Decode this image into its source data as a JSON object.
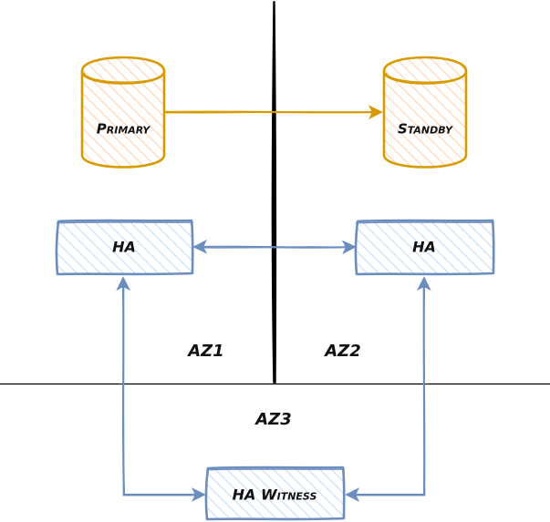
{
  "diagram": {
    "title": "HA deployment across availability zones",
    "colors": {
      "db_stroke": "#d79b00",
      "db_fill": "#ffe6cc",
      "ha_stroke": "#6c8ebf",
      "ha_fill": "#dae8fc",
      "divider": "#000000",
      "text": "#111111"
    },
    "zones": [
      {
        "id": "az1",
        "label": "AZ1"
      },
      {
        "id": "az2",
        "label": "AZ2"
      },
      {
        "id": "az3",
        "label": "AZ3"
      }
    ],
    "nodes": [
      {
        "id": "primary",
        "label": "Primary",
        "shape": "cylinder",
        "zone": "az1"
      },
      {
        "id": "standby",
        "label": "Standby",
        "shape": "cylinder",
        "zone": "az2"
      },
      {
        "id": "ha1",
        "label": "HA",
        "shape": "rectangle",
        "zone": "az1"
      },
      {
        "id": "ha2",
        "label": "HA",
        "shape": "rectangle",
        "zone": "az2"
      },
      {
        "id": "witness",
        "label": "HA Witness",
        "shape": "rectangle",
        "zone": "az3"
      }
    ],
    "edges": [
      {
        "from": "primary",
        "to": "standby",
        "direction": "forward"
      },
      {
        "from": "ha1",
        "to": "ha2",
        "direction": "both"
      },
      {
        "from": "ha1",
        "to": "witness",
        "direction": "both"
      },
      {
        "from": "ha2",
        "to": "witness",
        "direction": "both"
      }
    ]
  }
}
